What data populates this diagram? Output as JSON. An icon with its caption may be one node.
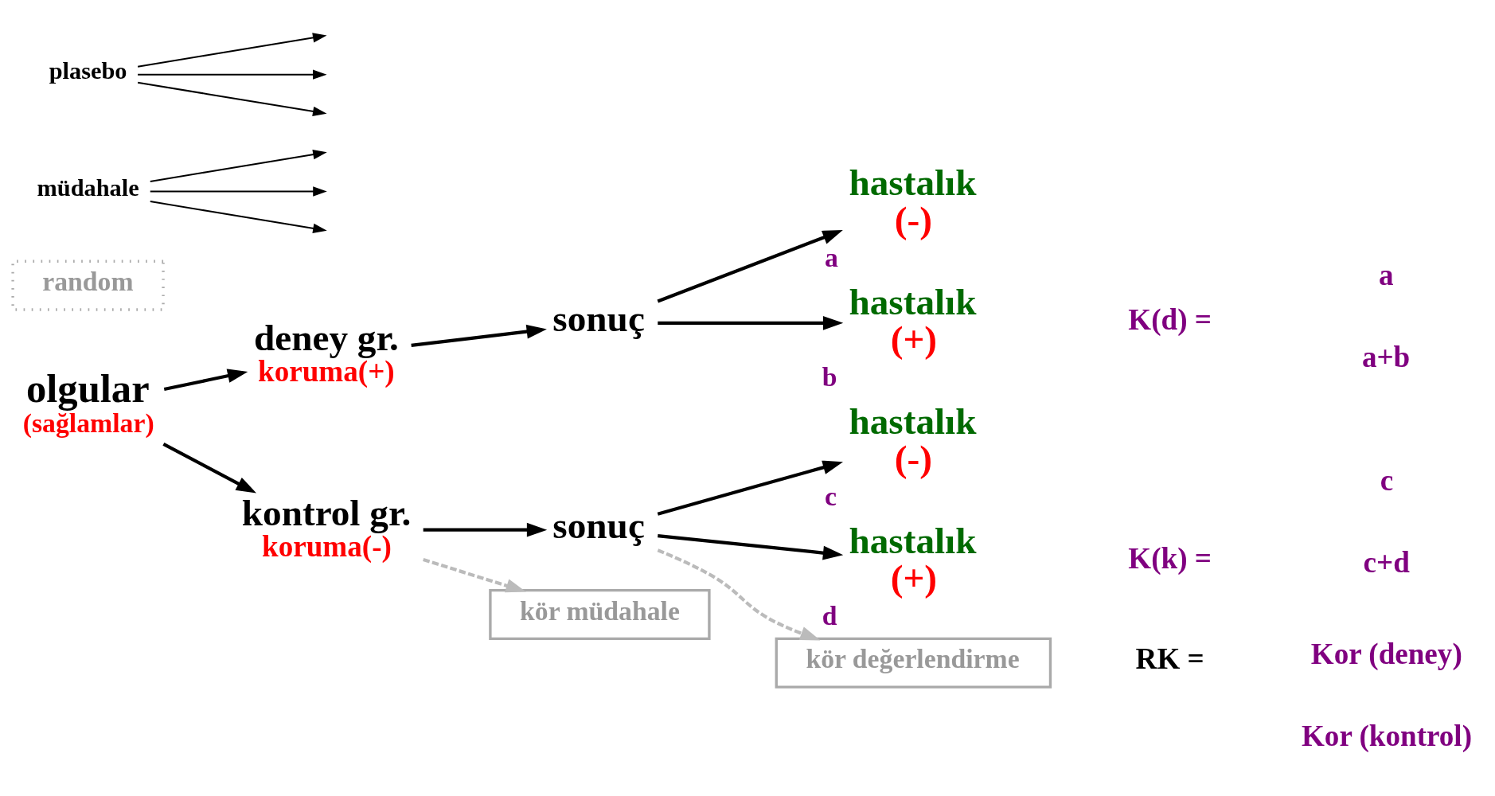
{
  "diagram": {
    "nodes": [
      {
        "text": [
          "olgular",
          "(sağlamlar)"
        ]
      },
      {
        "text": [
          "deney gr.",
          "koruma(+)"
        ]
      },
      {
        "text": [
          "kontrol gr.",
          "koruma(-)"
        ]
      },
      {
        "text": [
          "random"
        ]
      },
      {
        "text": [
          "müdahale"
        ]
      },
      {
        "text": [
          "sonuç"
        ]
      },
      {
        "text": [
          "sonuç"
        ]
      },
      {
        "text": [
          "plasebo"
        ]
      },
      {
        "text": [
          "hastalık",
          "(-)"
        ],
        "beside": [
          "a"
        ]
      },
      {
        "text": [
          "hastalık",
          "(+)"
        ],
        "beside": [
          "b"
        ]
      },
      {
        "text": [
          "hastalık",
          "(-)"
        ],
        "beside": [
          "c"
        ]
      },
      {
        "text": [
          "hastalık",
          "(+)"
        ],
        "beside": [
          "d"
        ]
      },
      {
        "text": [
          "kör müdahale"
        ]
      },
      {
        "text": [
          "kör değerlendirme"
        ]
      }
    ],
    "edges": [
      {
        "from": 0,
        "to": 1,
        "arrow": "to"
      },
      {
        "from": 0,
        "to": 2,
        "arrow": "to"
      },
      {
        "from": 1,
        "to": 5,
        "arrow": "to"
      },
      {
        "from": 2,
        "to": 6,
        "arrow": "to"
      },
      {
        "from": 4,
        "to": null,
        "arrow": "to"
      },
      {
        "from": 4,
        "to": null,
        "arrow": "to"
      },
      {
        "from": 4,
        "to": null,
        "arrow": "to"
      },
      {
        "from": 7,
        "to": null,
        "arrow": "to"
      },
      {
        "from": 7,
        "to": null,
        "arrow": "to"
      },
      {
        "from": 7,
        "to": null,
        "arrow": "to"
      },
      {
        "from": 5,
        "to": 8,
        "arrow": "to"
      },
      {
        "from": 5,
        "to": 9,
        "arrow": "to"
      },
      {
        "from": 6,
        "to": 10,
        "arrow": "to"
      },
      {
        "from": 6,
        "to": 11,
        "arrow": "to"
      },
      {
        "from": 2,
        "to": 12,
        "arrow": "to",
        "style": "dashed",
        "color": "#bbbbbb"
      },
      {
        "from": 6,
        "to": 13,
        "arrow": "to",
        "style": "dashed",
        "color": "#bbbbbb"
      }
    ],
    "labels": [
      "K(d) =",
      "a",
      "a+b",
      "K(k) =",
      "c",
      "c+d",
      "RK =",
      "Kor (deney)",
      "Kor (kontrol)"
    ]
  }
}
